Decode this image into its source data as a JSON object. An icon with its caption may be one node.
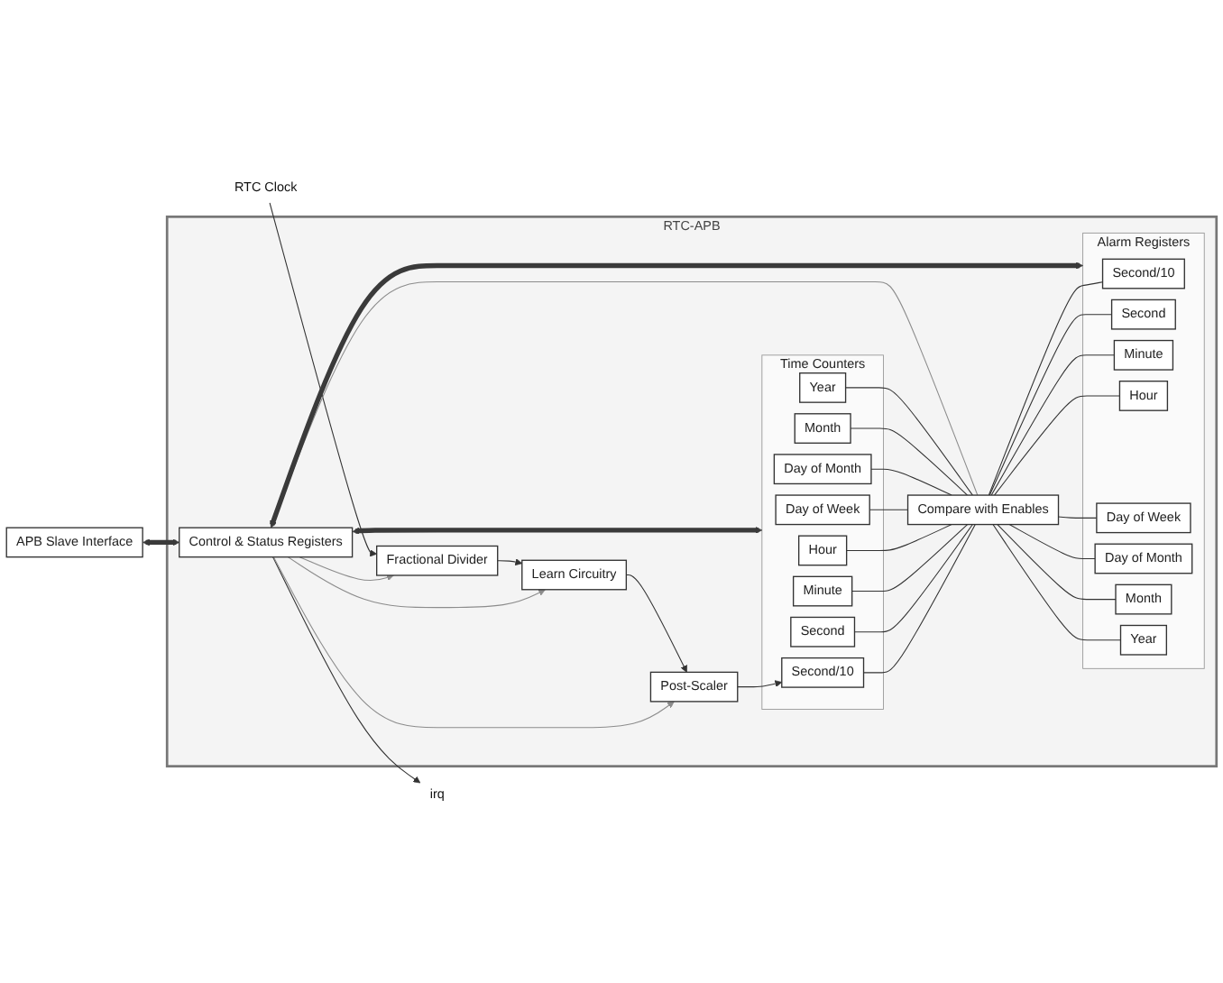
{
  "diagram": {
    "nodes": [
      {
        "text": [
          "RTC-APB"
        ]
      },
      {
        "text": [
          "APB Slave Interface"
        ]
      },
      {
        "text": [
          "Control & Status Registers"
        ],
        "in": 0
      },
      {
        "text": [
          "Post-Scaler"
        ],
        "in": 0
      },
      {
        "text": [
          "Learn Circuitry"
        ],
        "in": 0
      },
      {
        "text": [
          "Fractional Divider"
        ],
        "in": 0
      },
      {
        "text": [
          "Time Counters"
        ],
        "in": 0
      },
      {
        "text": [
          "Second/10"
        ],
        "in": 6
      },
      {
        "text": [
          "Second"
        ],
        "in": 6
      },
      {
        "text": [
          "Minute"
        ],
        "in": 6
      },
      {
        "text": [
          "Hour"
        ],
        "in": 6
      },
      {
        "text": [
          "Day of Week"
        ],
        "in": 6
      },
      {
        "text": [
          "Day of Month"
        ],
        "in": 6
      },
      {
        "text": [
          "Month"
        ],
        "in": 6
      },
      {
        "text": [
          "Year"
        ],
        "in": 6
      },
      {
        "text": [
          "Compare with Enables"
        ],
        "in": 0
      },
      {
        "text": [
          "Alarm Registers"
        ],
        "in": 0
      },
      {
        "text": [
          "Second/10"
        ],
        "in": 16
      },
      {
        "text": [
          "Second"
        ],
        "in": 16
      },
      {
        "text": [
          "Minute"
        ],
        "in": 16
      },
      {
        "text": [
          "Hour"
        ],
        "in": 16
      },
      {
        "text": [
          "Day of Week"
        ],
        "in": 16
      },
      {
        "text": [
          "Day of Month"
        ],
        "in": 16
      },
      {
        "text": [
          "Month"
        ],
        "in": 16
      },
      {
        "text": [
          "Year"
        ],
        "in": 16
      },
      {
        "text": [
          "irq"
        ]
      },
      {
        "text": [
          "RTC Clock"
        ]
      }
    ],
    "edges": [
      {
        "from": 1,
        "to": 2,
        "arrow": "both",
        "style": "thick",
        "color": "#3a3a3a"
      },
      {
        "from": 2,
        "to": 25,
        "arrow": "to"
      },
      {
        "from": 2,
        "to": 3,
        "arrow": "to",
        "color": "#8c8c8c"
      },
      {
        "from": 2,
        "to": 4,
        "arrow": "to",
        "color": "#8c8c8c"
      },
      {
        "from": 2,
        "to": 5,
        "arrow": "to",
        "color": "#8c8c8c"
      },
      {
        "from": 26,
        "to": 5,
        "arrow": "to"
      },
      {
        "from": 5,
        "to": 4,
        "arrow": "to"
      },
      {
        "from": 4,
        "to": 3,
        "arrow": "to"
      },
      {
        "from": 3,
        "to": 7,
        "arrow": "to"
      },
      {
        "from": 2,
        "to": 6,
        "arrow": "both",
        "style": "thick",
        "color": "#3a3a3a"
      },
      {
        "from": 2,
        "to": 16,
        "arrow": "both",
        "style": "thick",
        "color": "#3a3a3a"
      },
      {
        "from": 15,
        "to": 2,
        "arrow": "to",
        "color": "#8c8c8c"
      },
      {
        "from": 7,
        "to": 15,
        "arrow": "none"
      },
      {
        "from": 8,
        "to": 15,
        "arrow": "none"
      },
      {
        "from": 9,
        "to": 15,
        "arrow": "none"
      },
      {
        "from": 10,
        "to": 15,
        "arrow": "none"
      },
      {
        "from": 11,
        "to": 15,
        "arrow": "none"
      },
      {
        "from": 12,
        "to": 15,
        "arrow": "none"
      },
      {
        "from": 13,
        "to": 15,
        "arrow": "none"
      },
      {
        "from": 14,
        "to": 15,
        "arrow": "none"
      },
      {
        "from": 15,
        "to": 17,
        "arrow": "none"
      },
      {
        "from": 15,
        "to": 18,
        "arrow": "none"
      },
      {
        "from": 15,
        "to": 19,
        "arrow": "none"
      },
      {
        "from": 15,
        "to": 20,
        "arrow": "none"
      },
      {
        "from": 15,
        "to": 21,
        "arrow": "none"
      },
      {
        "from": 15,
        "to": 22,
        "arrow": "none"
      },
      {
        "from": 15,
        "to": 23,
        "arrow": "none"
      },
      {
        "from": 15,
        "to": 24,
        "arrow": "none"
      }
    ]
  }
}
